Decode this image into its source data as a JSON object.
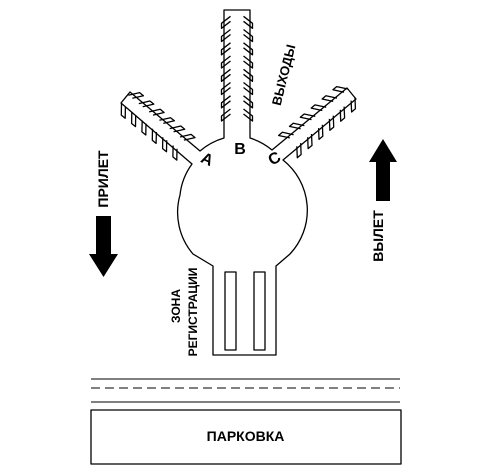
{
  "gates": [
    {
      "id": "gate-a",
      "label": "A"
    },
    {
      "id": "gate-b",
      "label": "B"
    },
    {
      "id": "gate-c",
      "label": "C"
    }
  ],
  "labels": {
    "exits": "ВЫХОДЫ",
    "arrivals": "ПРИЛЕТ",
    "departures": "ВЫЛЕТ",
    "checkin_line1": "ЗОНА",
    "checkin_line2": "РЕГИСТРАЦИИ",
    "parking": "ПАРКОВКА"
  },
  "colors": {
    "ink": "#000000",
    "background": "#ffffff"
  },
  "icons": {
    "arrivals": "arrow-down-icon",
    "departures": "arrow-up-icon"
  }
}
